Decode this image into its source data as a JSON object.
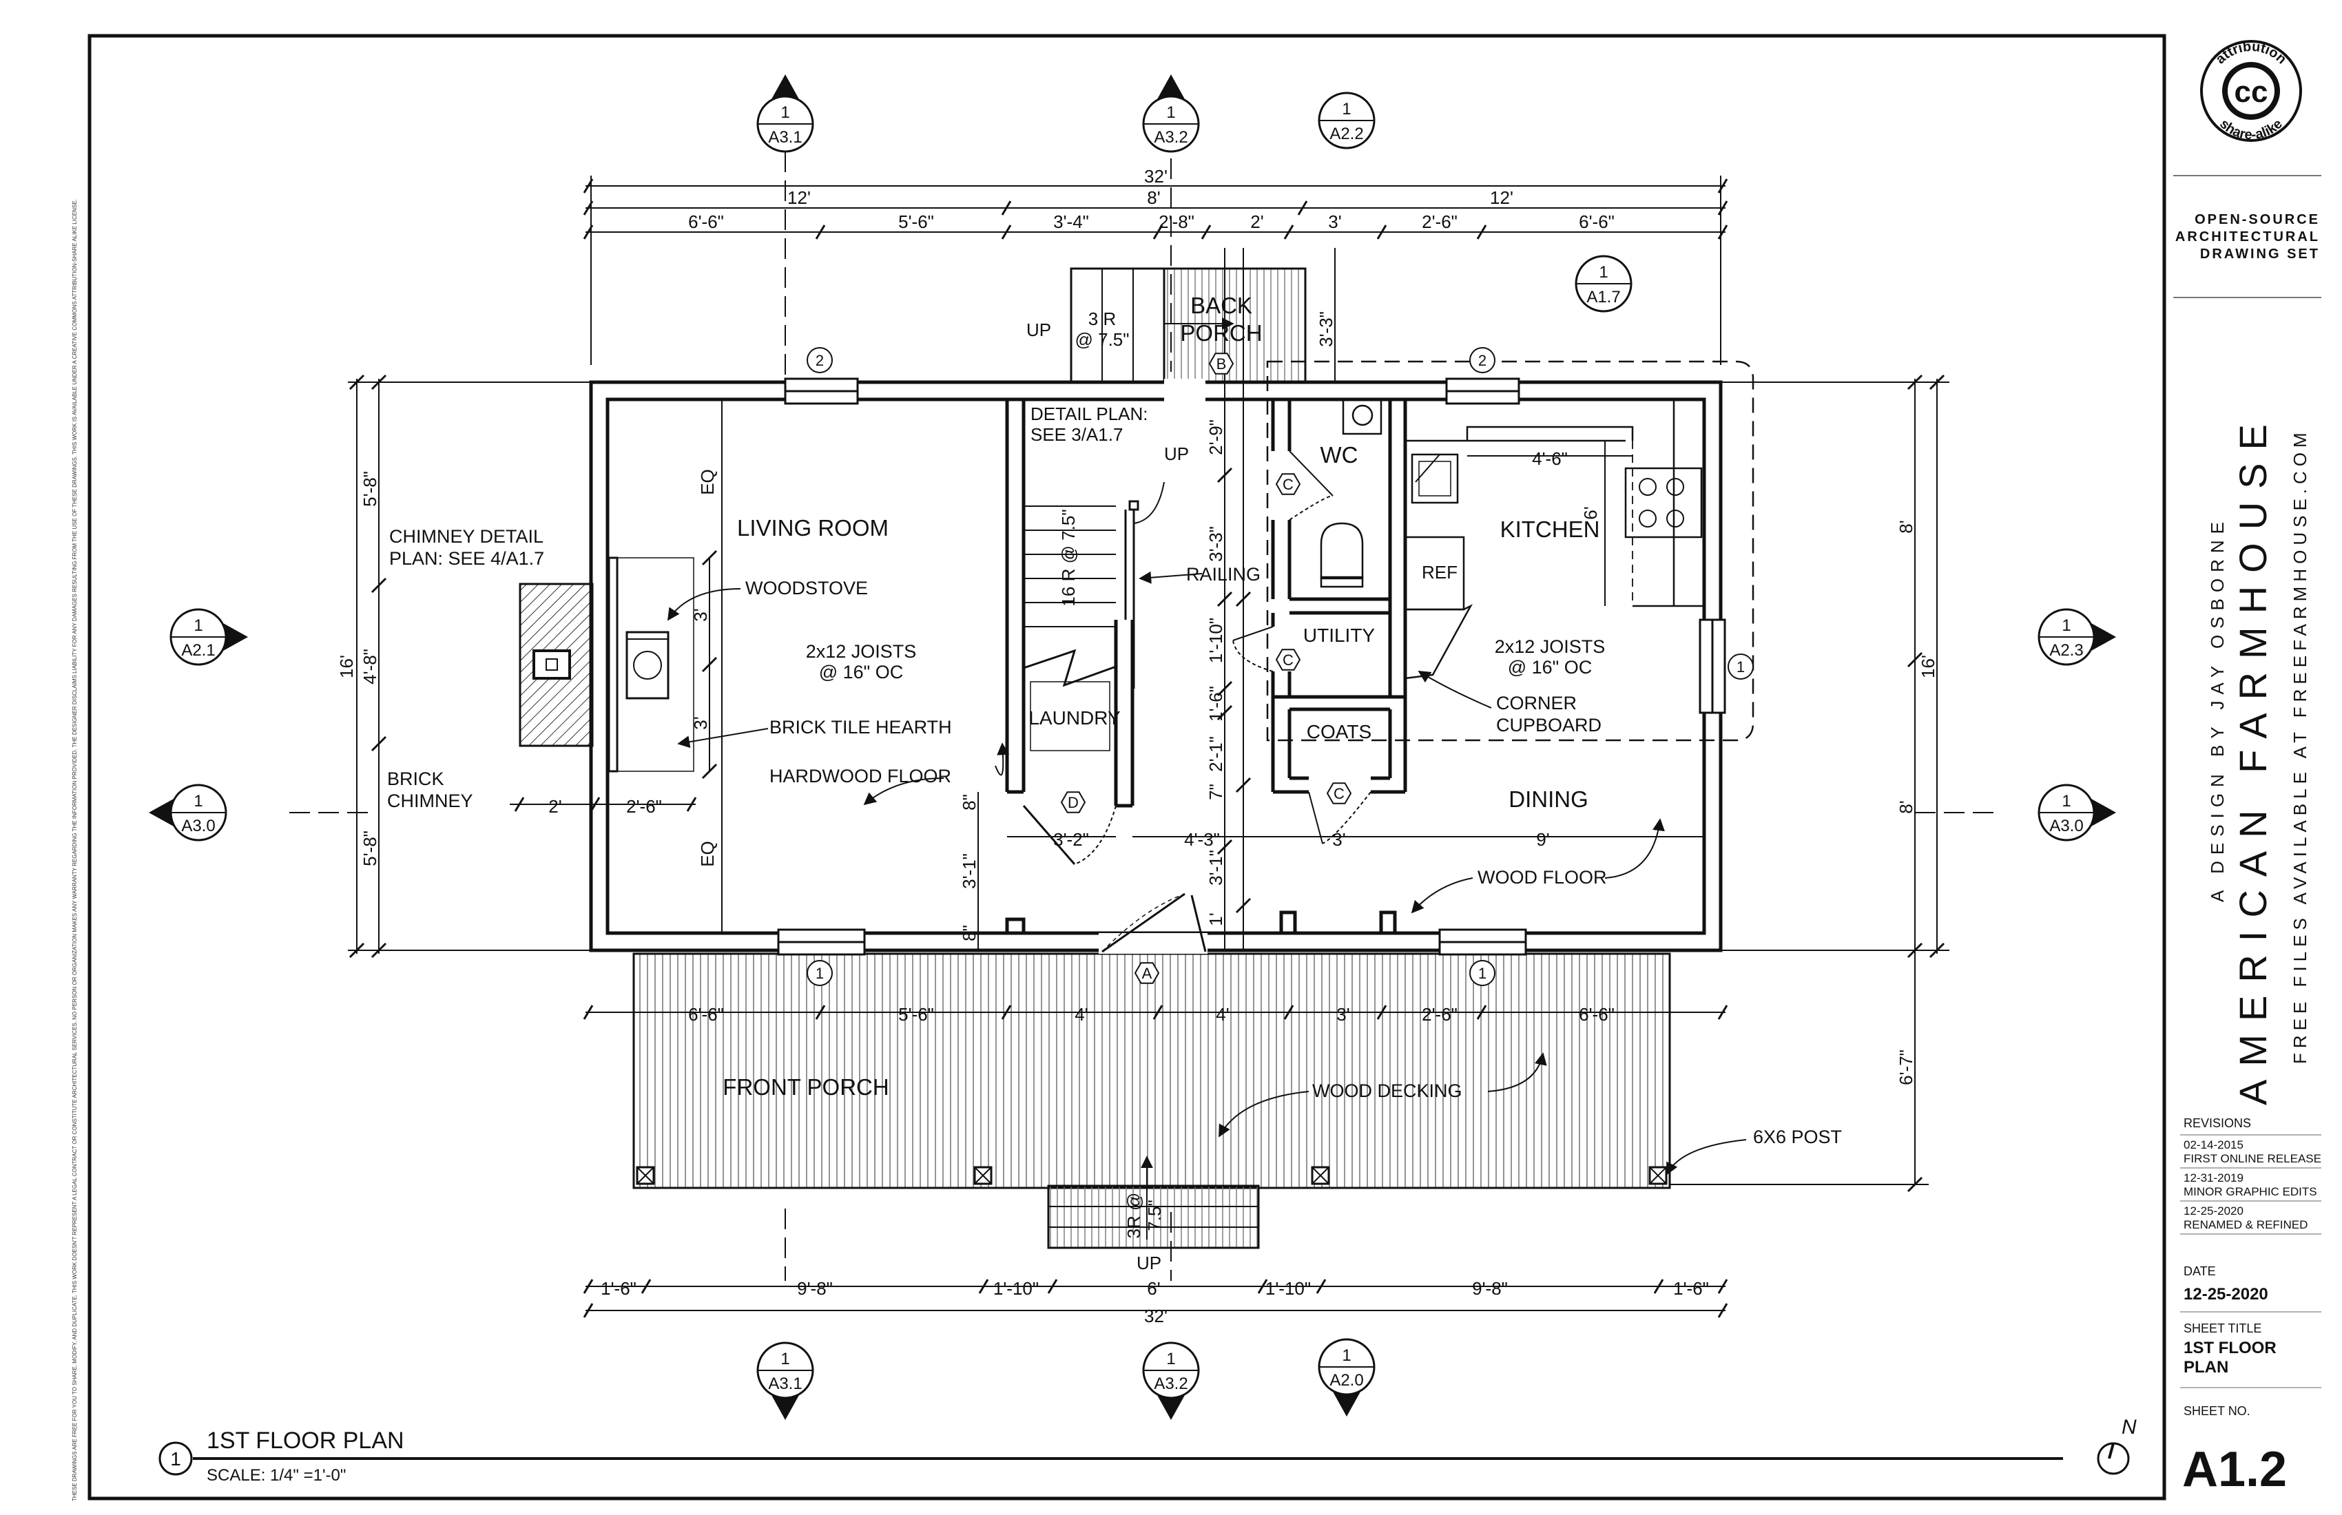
{
  "disclaimer": "THESE DRAWINGS ARE FREE FOR YOU TO SHARE, MODIFY, AND DUPLICATE. THIS WORK DOESN'T REPRESENT A LEGAL CONTRACT OR CONSTITUTE ARCHITECTURAL SERVICES. NO PERSON OR ORGANIZATION MAKES ANY WARRANTY REGARDING THE INFORMATION PROVIDED. THE DESIGNER DISCLAIMS LIABILITY FOR ANY DAMAGES RESULTING FROM THE USE OF THESE DRAWINGS. THIS WORK IS AVAILABLE UNDER A CREATIVE COMMONS ATTRIBUTION-SHARE ALIKE LICENSE.",
  "license": {
    "badge": "cc",
    "ring_top": "attribution",
    "ring_bottom": "share-alike"
  },
  "title_block": {
    "tagline": [
      "OPEN-SOURCE",
      "ARCHITECTURAL",
      "DRAWING SET"
    ],
    "project_title": "AMERICAN FARMHOUSE",
    "designer": "A DESIGN BY JAY OSBORNE",
    "source": "FREE FILES AVAILABLE AT FREEFARMHOUSE.COM",
    "revisions_label": "REVISIONS",
    "revisions": [
      {
        "date": "02-14-2015",
        "note": "FIRST ONLINE RELEASE"
      },
      {
        "date": "12-31-2019",
        "note": "MINOR GRAPHIC EDITS"
      },
      {
        "date": "12-25-2020",
        "note": "RENAMED & REFINED"
      }
    ],
    "date_label": "DATE",
    "date": "12-25-2020",
    "sheet_title_label": "SHEET TITLE",
    "sheet_title": [
      "1ST FLOOR",
      "PLAN"
    ],
    "sheet_no_label": "SHEET NO.",
    "sheet_no": "A1.2"
  },
  "drawing": {
    "number": "1",
    "title": "1ST FLOOR PLAN",
    "scale": "SCALE: 1/4\" =1'-0\"",
    "north": "N"
  },
  "section_markers": [
    {
      "num": "1",
      "ref": "A3.1"
    },
    {
      "num": "1",
      "ref": "A3.2"
    },
    {
      "num": "1",
      "ref": "A2.2"
    },
    {
      "num": "1",
      "ref": "A3.1"
    },
    {
      "num": "1",
      "ref": "A3.2"
    },
    {
      "num": "1",
      "ref": "A2.0"
    },
    {
      "num": "1",
      "ref": "A2.1"
    },
    {
      "num": "1",
      "ref": "A3.0"
    },
    {
      "num": "1",
      "ref": "A2.3"
    },
    {
      "num": "1",
      "ref": "A3.0"
    },
    {
      "num": "1",
      "ref": "A1.7"
    }
  ],
  "grid_tags": [
    "2",
    "2",
    "1",
    "1",
    "1",
    "A",
    "B"
  ],
  "door_tags": [
    "C",
    "C",
    "C",
    "D"
  ],
  "rooms": {
    "living": "LIVING ROOM",
    "kitchen": "KITCHEN",
    "wc": "WC",
    "utility": "UTILITY",
    "coats": "COATS",
    "laundry": "LAUNDRY",
    "dining": "DINING",
    "back_porch": [
      "BACK",
      "PORCH"
    ],
    "front_porch": "FRONT PORCH",
    "ref": "REF"
  },
  "notes": {
    "eq": "EQ",
    "woodstove": "WOODSTOVE",
    "joists": [
      "2x12 JOISTS",
      "@ 16\" OC"
    ],
    "hearth": "BRICK TILE HEARTH",
    "hardwood": "HARDWOOD FLOOR",
    "chimney_detail": [
      "CHIMNEY DETAIL",
      "PLAN: SEE 4/A1.7"
    ],
    "brick_chimney": [
      "BRICK",
      "CHIMNEY"
    ],
    "detail_plan": [
      "DETAIL PLAN:",
      "SEE 3/A1.7"
    ],
    "up": "UP",
    "railing": "RAILING",
    "stair_rise": "16 R @ 7.5\"",
    "back_steps": [
      "3 R",
      "@ 7.5\""
    ],
    "front_steps": [
      "3R @",
      "7.5\""
    ],
    "corner_cupboard": [
      "CORNER",
      "CUPBOARD"
    ],
    "wood_floor": "WOOD FLOOR",
    "wood_decking": "WOOD DECKING",
    "post": "6X6 POST",
    "kitchen_run": "4'-6\"",
    "kitchen_run2": "6'"
  },
  "dims": {
    "overall": "32'",
    "top_mid": [
      "12'",
      "8'",
      "12'"
    ],
    "top_detail": [
      "6'-6\"",
      "5'-6\"",
      "3'-4\"",
      "2'-8\"",
      "2'",
      "3'",
      "2'-6\"",
      "6'-6\""
    ],
    "porch_row": [
      "6'-6\"",
      "5'-6\"",
      "4'",
      "4'",
      "3'",
      "2'-6\"",
      "6'-6\""
    ],
    "bottom_row": [
      "1'-6\"",
      "9'-8\"",
      "1'-10\"",
      "6'",
      "1'-10\"",
      "9'-8\"",
      "1'-6\""
    ],
    "left_outer": "16'",
    "left_inner": [
      "5'-8\"",
      "4'-8\"",
      "5'-8\""
    ],
    "chimney": [
      "2'",
      "2'-6\""
    ],
    "hearth_v": [
      "3'",
      "3'"
    ],
    "right_outer": [
      "8'",
      "16'",
      "8'",
      "6'-7\""
    ],
    "mid_vert": [
      "3'-3\"",
      "2'-9\"",
      "3'-3\"",
      "1'-10\"",
      "1'-6\"",
      "2'-1\"",
      "7\"",
      "3'-1\"",
      "1'",
      "8\"",
      "3'-1\"",
      "8\""
    ],
    "mid_horiz": [
      "3'-2\"",
      "4'-3\"",
      "3'",
      "9'"
    ]
  }
}
